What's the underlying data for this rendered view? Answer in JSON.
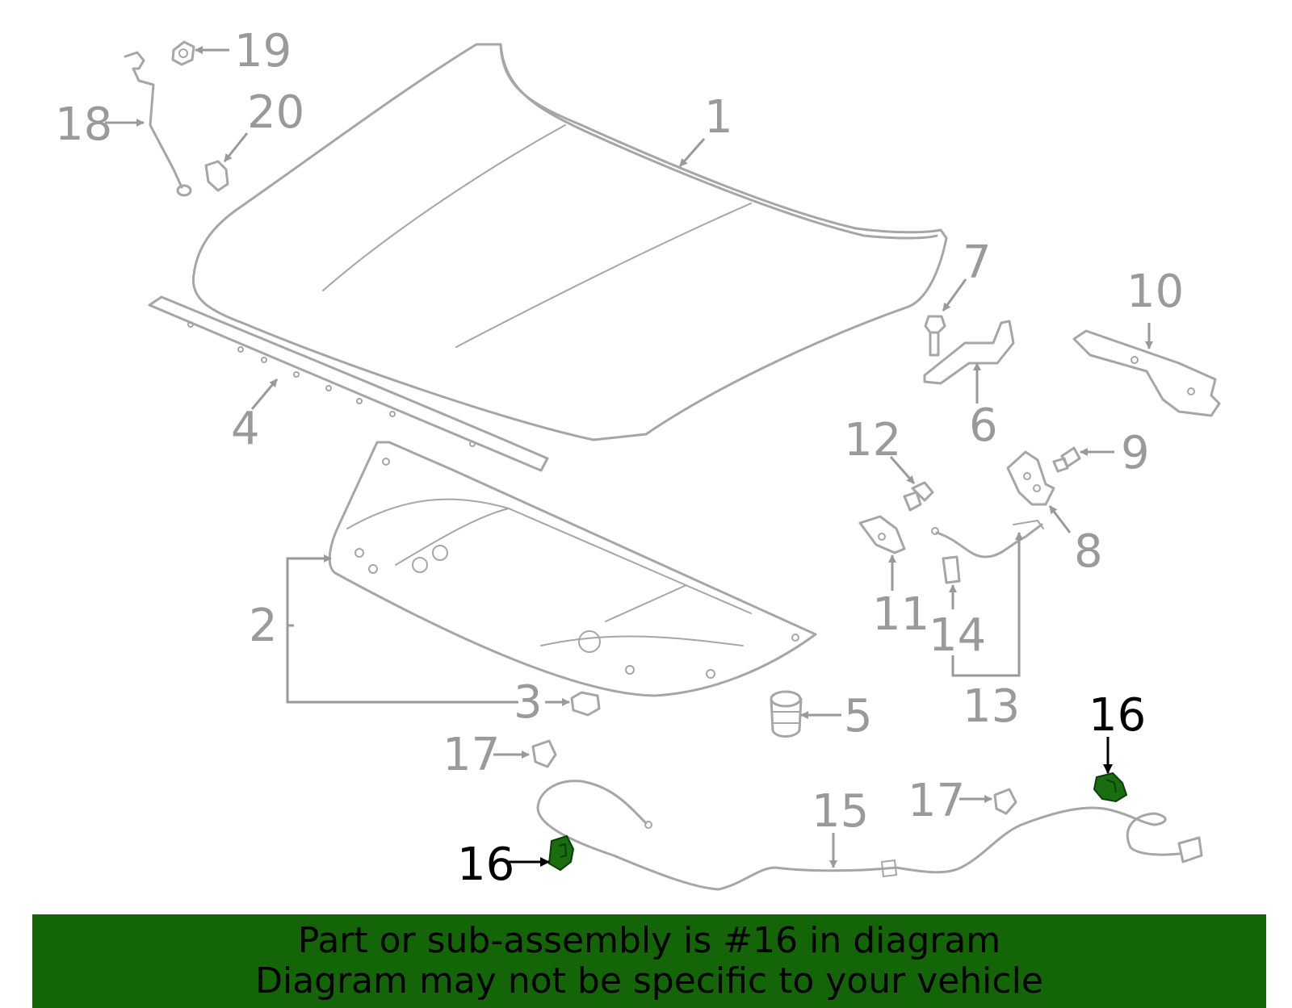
{
  "callouts": {
    "c1": "1",
    "c2": "2",
    "c3": "3",
    "c4": "4",
    "c5": "5",
    "c6": "6",
    "c7": "7",
    "c8": "8",
    "c9": "9",
    "c10": "10",
    "c11": "11",
    "c12": "12",
    "c13": "13",
    "c14": "14",
    "c15": "15",
    "c16a": "16",
    "c16b": "16",
    "c17a": "17",
    "c17b": "17",
    "c18": "18",
    "c19": "19",
    "c20": "20"
  },
  "highlight": {
    "part_number": "16",
    "color": "#1a6e0f",
    "banner_color": "#136508"
  },
  "banner": {
    "line1": "Part or sub-assembly is #16 in diagram",
    "line2": "Diagram may not be specific to your vehicle"
  }
}
